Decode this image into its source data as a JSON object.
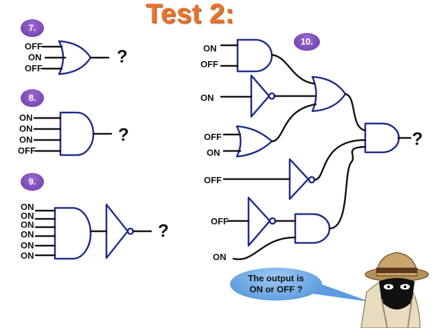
{
  "title": "Test 2:",
  "badges": {
    "q7": "7.",
    "q8": "8.",
    "q9": "9.",
    "q10": "10."
  },
  "q7": {
    "inputs": [
      "OFF",
      "ON",
      "OFF"
    ],
    "output": "?"
  },
  "q8": {
    "inputs": [
      "ON",
      "ON",
      "ON",
      "OFF"
    ],
    "output": "?"
  },
  "q9": {
    "inputs": [
      "ON",
      "ON",
      "ON",
      "ON",
      "ON",
      "ON"
    ],
    "output": "?"
  },
  "q10": {
    "inputs": [
      "ON",
      "OFF",
      "ON",
      "OFF",
      "ON",
      "OFF",
      "OFF",
      "ON"
    ],
    "output": "?"
  },
  "speech": {
    "line1": "The output is",
    "line2": "ON or OFF ?"
  },
  "colors": {
    "gate": "#1f2d8a",
    "wire": "#111111",
    "title": "#e8742a",
    "badge": "#7a4bbf",
    "bubble": "#6aaef0"
  },
  "icons": {
    "spy": "spy-detective-icon"
  }
}
